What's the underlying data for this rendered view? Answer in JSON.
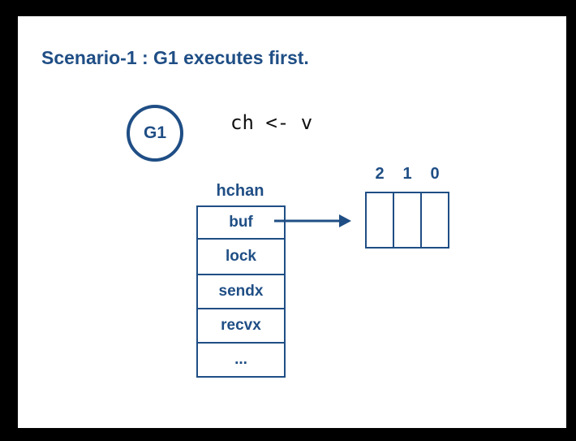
{
  "title": "Scenario-1 : G1 executes first.",
  "goroutine": {
    "label": "G1"
  },
  "code": "ch <- v",
  "hchan": {
    "label": "hchan",
    "fields": [
      "buf",
      "lock",
      "sendx",
      "recvx",
      "..."
    ]
  },
  "buffer": {
    "indices": [
      "2",
      "1",
      "0"
    ],
    "slots": 3
  },
  "colors": {
    "accent": "#1f4e85"
  }
}
